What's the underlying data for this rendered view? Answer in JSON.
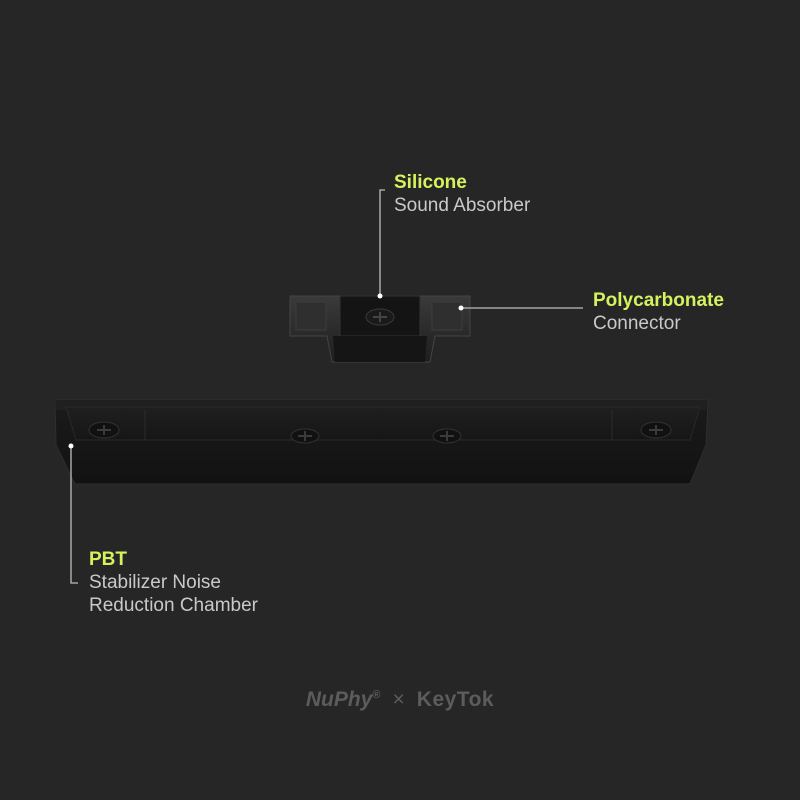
{
  "colors": {
    "background": "#262626",
    "highlight": "#d4f25e",
    "text": "#c9c9c9",
    "brand": "#5c5c5c"
  },
  "callouts": [
    {
      "title": "Silicone",
      "lines": [
        "Sound Absorber"
      ]
    },
    {
      "title": "Polycarbonate",
      "lines": [
        "Connector"
      ]
    },
    {
      "title": "PBT",
      "lines": [
        "Stabilizer Noise",
        "Reduction Chamber"
      ]
    }
  ],
  "brand": {
    "left": "NuPhy",
    "registered": "®",
    "separator": "×",
    "right": "KeyTok"
  }
}
